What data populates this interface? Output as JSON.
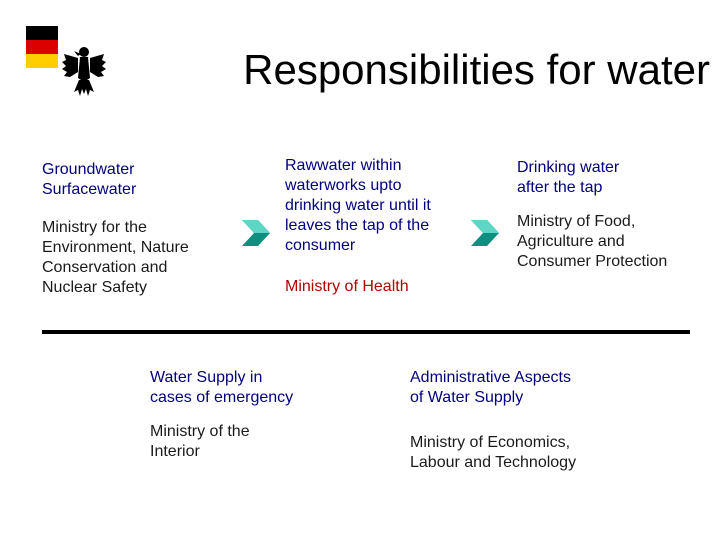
{
  "title": "Responsibilities for water",
  "flag_colors": [
    "#000000",
    "#dd0000",
    "#ffce00"
  ],
  "emblem": "federal-eagle-icon",
  "columns": [
    {
      "heading": [
        "Groundwater",
        "Surfacewater"
      ],
      "ministry": [
        "Ministry for the",
        "Environment, Nature",
        "Conservation and",
        "Nuclear Safety"
      ]
    },
    {
      "heading": [
        "Rawwater within",
        "waterworks upto",
        "drinking water until it",
        "leaves the tap of the",
        "consumer"
      ],
      "ministry": [
        "Ministry of Health"
      ]
    },
    {
      "heading": [
        "Drinking water",
        "after the tap"
      ],
      "ministry": [
        "Ministry of Food,",
        "Agriculture and",
        "Consumer Protection"
      ]
    }
  ],
  "bottom": [
    {
      "heading": [
        "Water Supply in",
        "cases of emergency"
      ],
      "ministry": [
        "Ministry of the",
        "Interior"
      ]
    },
    {
      "heading": [
        "Administrative Aspects",
        "of Water Supply"
      ],
      "ministry": [
        "Ministry of Economics,",
        "Labour and Technology"
      ]
    }
  ],
  "arrow_colors": {
    "light": "#5fd6c4",
    "dark": "#0e8f7f"
  },
  "text_colors": {
    "heading": "#000080",
    "health": "#b30000"
  }
}
